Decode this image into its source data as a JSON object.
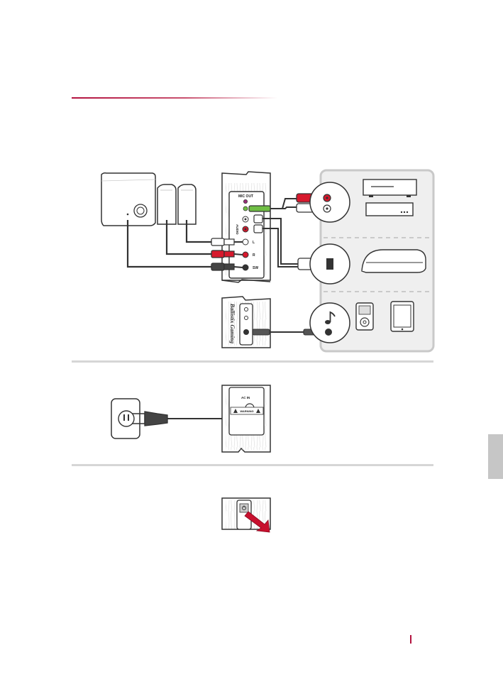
{
  "panel_labels": {
    "mic_out": "MIC OUT",
    "audio": "AUDIO",
    "left": "L",
    "right": "R",
    "sub": "SW",
    "ac_in": "AC IN",
    "warning": "WARNING"
  },
  "brand_text": "Ballistix Gaming",
  "colors": {
    "accent": "#b3123f",
    "cable_red": "#d7192d",
    "cable_white": "#ffffff",
    "cable_green": "#6fbe44",
    "cable_black": "#333333",
    "device_panel_bg": "#efefef",
    "divider": "#d6d6d6"
  },
  "icons": [
    "music-note-icon",
    "power-icon",
    "warning-icon",
    "usb-connector-icon"
  ]
}
